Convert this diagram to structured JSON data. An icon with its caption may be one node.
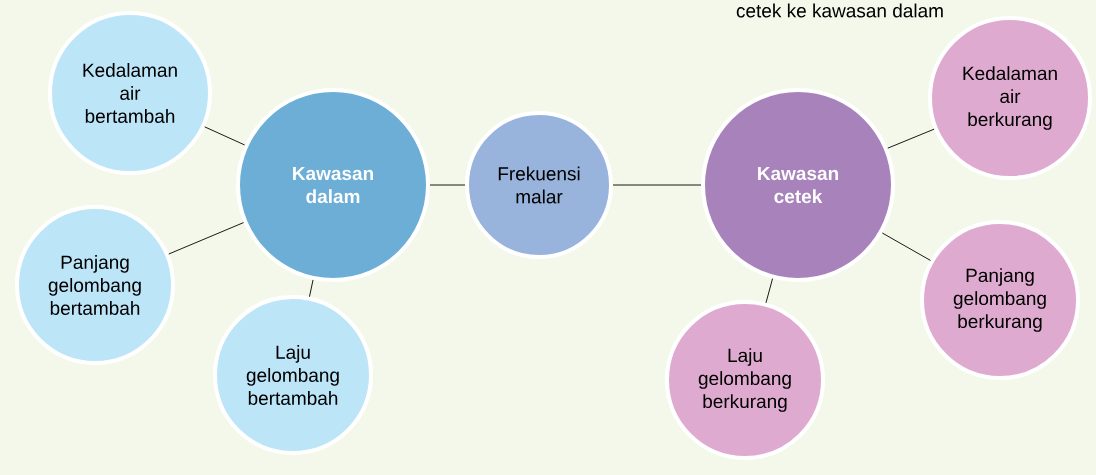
{
  "diagram": {
    "nodes": [
      {
        "text": [
          "Kedalaman air bertambah"
        ]
      },
      {
        "text": [
          "Panjang gelombang bertambah"
        ]
      },
      {
        "text": [
          "Kawasan dalam"
        ]
      },
      {
        "text": [
          "Laju gelombang bertambah"
        ]
      },
      {
        "text": [
          "Frekuensi malar"
        ]
      },
      {
        "text": [
          "Laju gelombang berkurang"
        ]
      },
      {
        "text": [
          "Kawasan cetek"
        ]
      },
      {
        "text": [
          "Kedalaman air berkurang"
        ]
      },
      {
        "text": [
          "Panjang gelombang berkurang"
        ]
      }
    ],
    "edges": [
      {
        "from": 2,
        "to": 0,
        "arrow": "none"
      },
      {
        "from": 2,
        "to": 1,
        "arrow": "none"
      },
      {
        "from": 2,
        "to": 3,
        "arrow": "none"
      },
      {
        "from": 2,
        "to": 4,
        "arrow": "none"
      },
      {
        "from": 4,
        "to": 6,
        "arrow": "none"
      },
      {
        "from": 6,
        "to": 7,
        "arrow": "none"
      },
      {
        "from": 6,
        "to": 8,
        "arrow": "none"
      },
      {
        "from": 6,
        "to": 5,
        "arrow": "none"
      }
    ],
    "labels": [
      "cetek ke kawasan dalam"
    ]
  }
}
